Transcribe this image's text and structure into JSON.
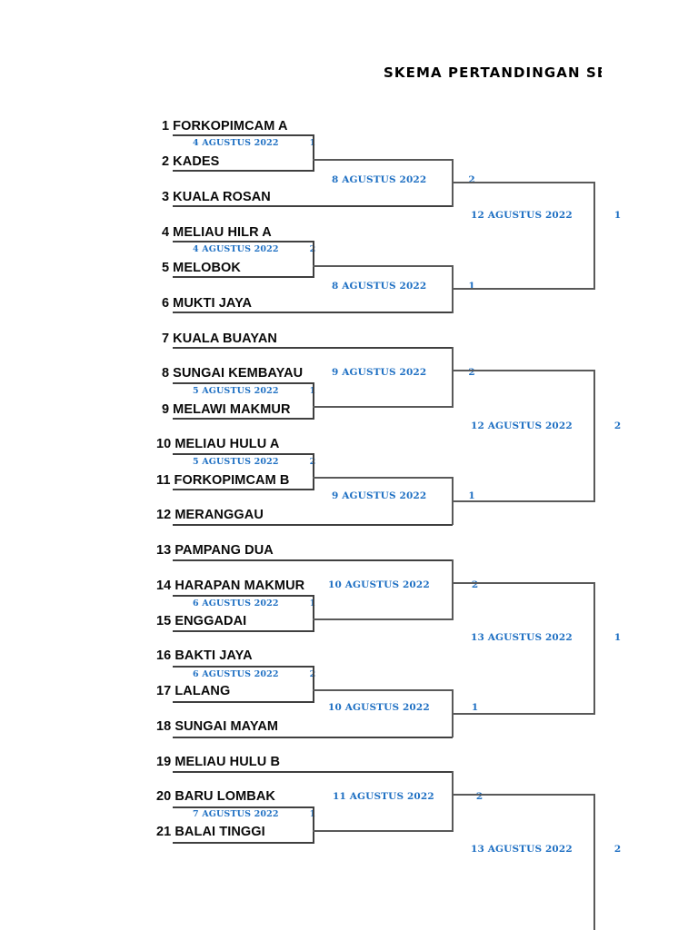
{
  "title": "SKEMA PERTANDINGAN SEPAK B",
  "colors": {
    "line": "#595959",
    "label": "#1f70c3",
    "text": "#0a0a0a",
    "background": "#ffffff"
  },
  "teams": [
    {
      "num": "1",
      "name": "FORKOPIMCAM   A"
    },
    {
      "num": "2",
      "name": "KADES"
    },
    {
      "num": "3",
      "name": "KUALA ROSAN"
    },
    {
      "num": "4",
      "name": "MELIAU HILR  A"
    },
    {
      "num": "5",
      "name": "MELOBOK"
    },
    {
      "num": "6",
      "name": "MUKTI JAYA"
    },
    {
      "num": "7",
      "name": "KUALA BUAYAN"
    },
    {
      "num": "8",
      "name": "SUNGAI KEMBAYAU"
    },
    {
      "num": "9",
      "name": "MELAWI MAKMUR"
    },
    {
      "num": "10",
      "name": "MELIAU HULU  A"
    },
    {
      "num": "11",
      "name": "FORKOPIMCAM   B"
    },
    {
      "num": "12",
      "name": "MERANGGAU"
    },
    {
      "num": "13",
      "name": "PAMPANG DUA"
    },
    {
      "num": "14",
      "name": "HARAPAN MAKMUR"
    },
    {
      "num": "15",
      "name": "ENGGADAI"
    },
    {
      "num": "16",
      "name": "BAKTI JAYA"
    },
    {
      "num": "17",
      "name": "LALANG"
    },
    {
      "num": "18",
      "name": "SUNGAI MAYAM"
    },
    {
      "num": "19",
      "name": "MELIAU HULU  B"
    },
    {
      "num": "20",
      "name": "BARU LOMBAK"
    },
    {
      "num": "21",
      "name": "BALAI TINGGI"
    }
  ],
  "matches": {
    "r1": [
      {
        "date": "4 AGUSTUS 2022",
        "score": "1"
      },
      {
        "date": "4 AGUSTUS 2022",
        "score": "2"
      },
      {
        "date": "5 AGUSTUS 2022",
        "score": "1"
      },
      {
        "date": "5 AGUSTUS 2022",
        "score": "2"
      },
      {
        "date": "6 AGUSTUS 2022",
        "score": "1"
      },
      {
        "date": "6 AGUSTUS 2022",
        "score": "2"
      },
      {
        "date": "7 AGUSTUS 2022",
        "score": "1"
      }
    ],
    "r2": [
      {
        "date": "8 AGUSTUS 2022",
        "score": "2"
      },
      {
        "date": "8 AGUSTUS 2022",
        "score": "1"
      },
      {
        "date": "9 AGUSTUS 2022",
        "score": "2"
      },
      {
        "date": "9 AGUSTUS 2022",
        "score": "1"
      },
      {
        "date": "10 AGUSTUS 2022",
        "score": "2"
      },
      {
        "date": "10 AGUSTUS 2022",
        "score": "1"
      },
      {
        "date": "11 AGUSTUS 2022",
        "score": "2"
      }
    ],
    "r3": [
      {
        "date": "12 AGUSTUS 2022",
        "score": "1"
      },
      {
        "date": "12 AGUSTUS 2022",
        "score": "2"
      },
      {
        "date": "13 AGUSTUS 2022",
        "score": "1"
      },
      {
        "date": "13 AGUSTUS 2022",
        "score": "2"
      }
    ]
  }
}
